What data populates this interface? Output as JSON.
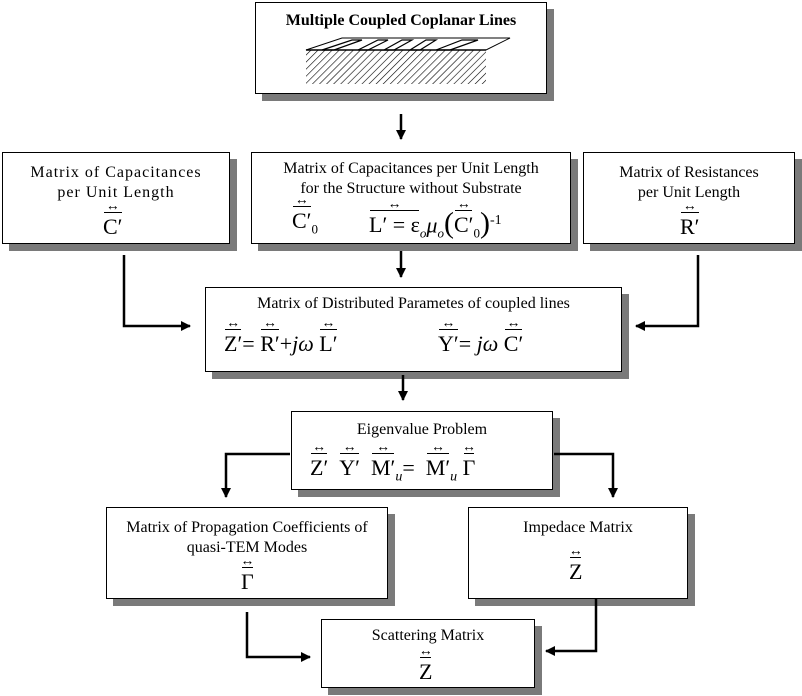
{
  "top": {
    "title": "Multiple Coupled Coplanar Lines"
  },
  "cap": {
    "line1": "Matrix of Capacitances",
    "line2": "per Unit Length",
    "sym": "C′"
  },
  "cap0": {
    "line1": "Matrix of Capacitances per Unit Length",
    "line2": "for the Structure without Substrate",
    "c0": "C′",
    "sub0": "0",
    "eq": "L′ = ε",
    "o": "o",
    "mu": "μ",
    "lp": "(",
    "c0b": "C′",
    "sub0b": "0",
    "rp": ")",
    "exp": "-1"
  },
  "res": {
    "line1": "Matrix of  Resistances",
    "line2": "per Unit Length",
    "sym": "R′"
  },
  "dist": {
    "title": "Matrix of Distributed Parametes of coupled lines",
    "z": "Z′",
    "eq1": "= ",
    "r": "R′",
    "plus": "+",
    "jw": "jω",
    "l": "L′",
    "y": "Y′",
    "eq2": "= ",
    "jw2": "jω",
    "c": "C′"
  },
  "eig": {
    "title": "Eigenvalue Problem",
    "z": "Z′",
    "y": "Y′",
    "m": "M′",
    "u": "u",
    "eq": "=",
    "m2": "M′",
    "u2": "u",
    "g": "Γ"
  },
  "prop": {
    "line1": "Matrix of Propagation Coefficients of",
    "line2": "quasi-TEM Modes",
    "sym": "Γ"
  },
  "imp": {
    "title": "Impedace Matrix",
    "sym": "Z"
  },
  "scat": {
    "title": "Scattering Matrix",
    "sym": "Z"
  }
}
